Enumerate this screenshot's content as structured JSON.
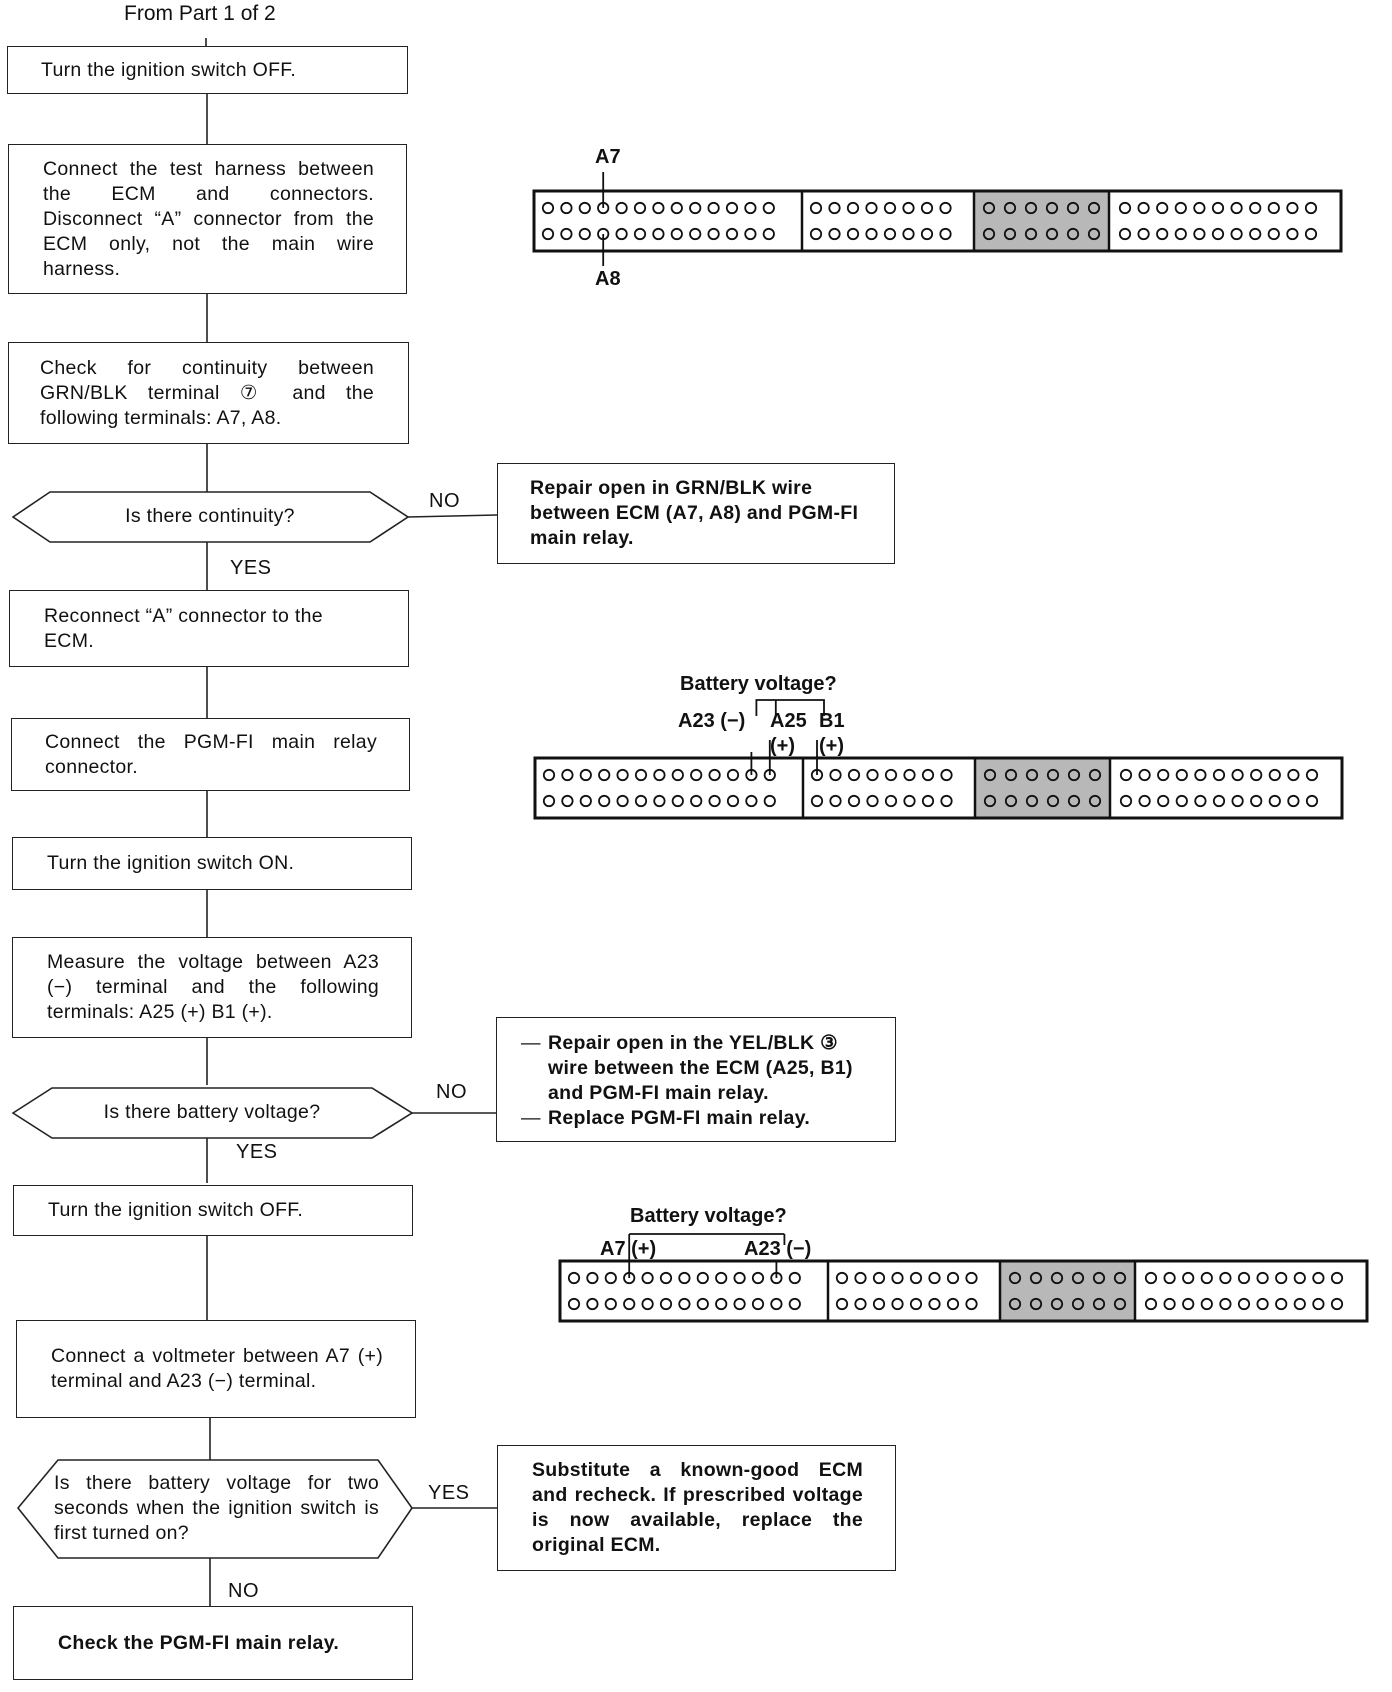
{
  "header": "From Part 1 of 2",
  "steps": {
    "s1": "Turn the ignition switch OFF.",
    "s2": "Connect the test harness between the ECM and connectors. Disconnect “A” connector from the ECM only, not the main wire harness.",
    "s3": "Check for continuity between GRN/BLK terminal ⑦ and the following terminals: A7, A8.",
    "q1": "Is there continuity?",
    "r1": "Repair open in GRN/BLK wire between ECM (A7, A8) and PGM-FI main relay.",
    "s4": "Reconnect “A” connector to the ECM.",
    "s5": "Connect the PGM-FI main relay connector.",
    "s6": "Turn the ignition switch ON.",
    "s7": "Measure the voltage between A23 (−) terminal and the following terminals: A25 (+) B1 (+).",
    "q2": "Is there battery voltage?",
    "r2a": "Repair open in the YEL/BLK ③ wire between the ECM (A25, B1) and PGM-FI main relay.",
    "r2b": "Replace PGM-FI main relay.",
    "s8": "Turn the ignition switch OFF.",
    "s9": "Connect a voltmeter between A7 (+) terminal and A23 (−) terminal.",
    "q3": "Is there battery voltage for two seconds when the ignition switch is first turned on?",
    "r3": "Substitute a known-good ECM and recheck. If prescribed voltage is now available, replace the original ECM.",
    "s10": "Check the PGM-FI main relay."
  },
  "labels": {
    "no1": "NO",
    "yes1": "YES",
    "no2": "NO",
    "yes2": "YES",
    "yes3": "YES",
    "no3": "NO"
  },
  "connectors": {
    "c1": {
      "top": "A7",
      "bottom": "A8"
    },
    "c2": {
      "title": "Battery voltage?",
      "a23": "A23 (−)",
      "a25": "A25",
      "b1": "B1",
      "plus1": "(+)",
      "plus2": "(+)"
    },
    "c3": {
      "title": "Battery voltage?",
      "a7": "A7 (+)",
      "a23": "A23 (−)"
    }
  },
  "dash": "—"
}
